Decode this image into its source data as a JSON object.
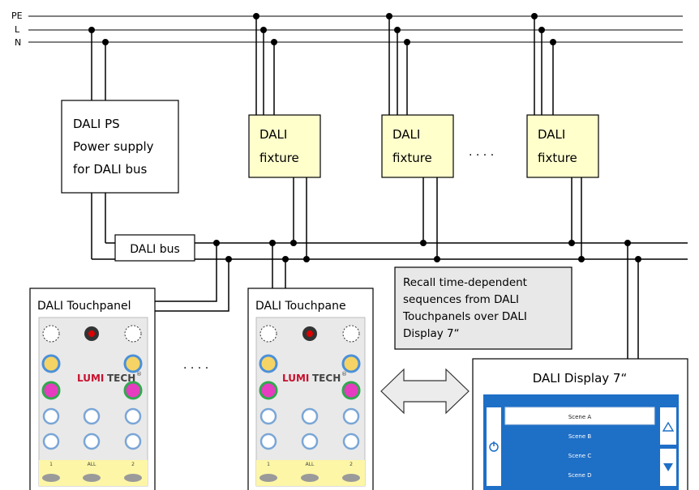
{
  "wires": {
    "pe": "PE",
    "l": "L",
    "n": "N"
  },
  "power_supply": {
    "title": "DALI PS",
    "line2": "Power supply",
    "line3": "for DALI bus"
  },
  "fixture": {
    "line1": "DALI",
    "line2": "fixture"
  },
  "ellipsis": ". . . .",
  "bus_label": "DALI bus",
  "touchpanel": {
    "title_left": "DALI Touchpanel",
    "title_right": "DALI Touchpane",
    "brand_a": "LUMI",
    "brand_b": "TECH",
    "brand_mark": "®",
    "bottom_labels": [
      "1",
      "ALL",
      "2"
    ]
  },
  "callout": {
    "lines": [
      "Recall time-dependent",
      "sequences from DALI",
      "Touchpanels over DALI",
      "Display 7“"
    ]
  },
  "display": {
    "title": "DALI Display 7“",
    "scenes": [
      "Scene A",
      "Scene B",
      "Scene C",
      "Scene D"
    ],
    "selected_scene": "Scene A"
  },
  "colors": {
    "wire": "#000000",
    "fixture_fill": "#ffffcc",
    "callout_fill": "#e8e8e8",
    "display_blue": "#1e6fc6",
    "panel_yellow": "#fdf6a6",
    "brand_red": "#c8102e"
  }
}
